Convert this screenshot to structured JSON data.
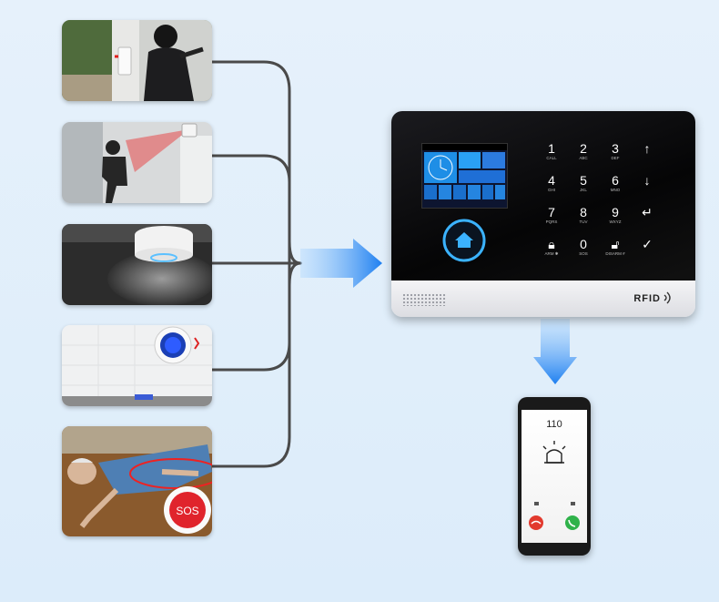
{
  "panel": {
    "brand_label": "RFID",
    "keypad": [
      {
        "digit": "1",
        "sub": "CALL"
      },
      {
        "digit": "2",
        "sub": "ABC"
      },
      {
        "digit": "3",
        "sub": "DEF"
      },
      {
        "digit": "↑",
        "sub": ""
      },
      {
        "digit": "4",
        "sub": "GHI"
      },
      {
        "digit": "5",
        "sub": "JKL"
      },
      {
        "digit": "6",
        "sub": "MNO"
      },
      {
        "digit": "↓",
        "sub": ""
      },
      {
        "digit": "7",
        "sub": "PQRS"
      },
      {
        "digit": "8",
        "sub": "TUV"
      },
      {
        "digit": "9",
        "sub": "WXYZ"
      },
      {
        "digit": "↵",
        "sub": ""
      },
      {
        "digit": "🔒︎",
        "sub": "ARM ✱"
      },
      {
        "digit": "0",
        "sub": "SOS"
      },
      {
        "digit": "🔓︎",
        "sub": "DISARM #"
      },
      {
        "digit": "✓",
        "sub": ""
      }
    ]
  },
  "phone": {
    "caller_number": "110"
  },
  "sos_button": {
    "label": "SOS"
  },
  "colors": {
    "arrow_blue": "#1e90ff",
    "wire": "#4a4a4a",
    "accept_green": "#2fb24a",
    "decline_red": "#e23a2e"
  }
}
